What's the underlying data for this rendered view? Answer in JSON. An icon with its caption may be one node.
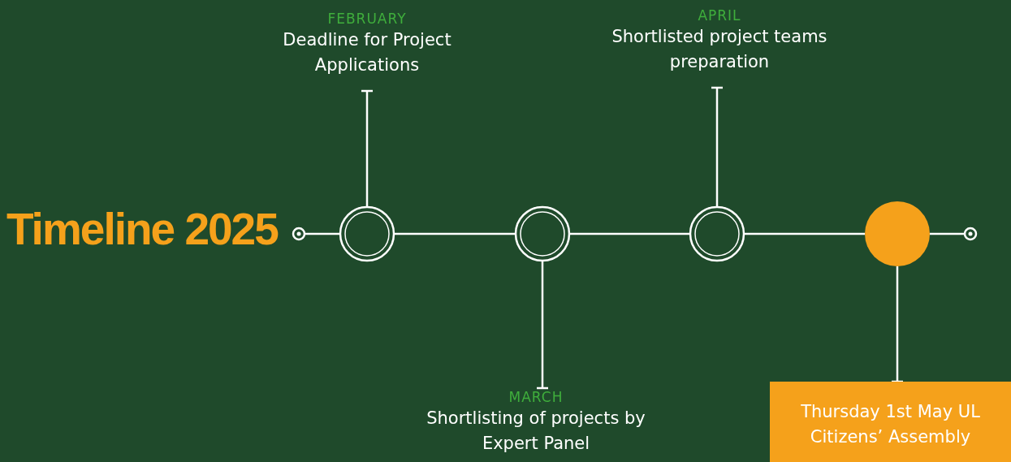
{
  "diagram": {
    "title": "Timeline 2025",
    "nodes": [
      {
        "text": [
          "FEBRUARY",
          "Deadline for Project Applications"
        ]
      },
      {
        "text": [
          "APRIL",
          "Shortlisted project teams preparation"
        ]
      },
      {
        "text": [],
        "shape": "circle"
      },
      {
        "text": [],
        "shape": "circle"
      },
      {
        "text": [],
        "shape": "circle"
      },
      {
        "text": [],
        "shape": "circle"
      },
      {
        "text": [],
        "shape": "circle"
      },
      {
        "text": [],
        "shape": "circle"
      },
      {
        "text": [
          "MARCH",
          "Shortlisting of projects by Expert Panel"
        ]
      },
      {
        "text": [
          "Thursday 1st May UL Citizens’ Assembly"
        ]
      }
    ],
    "edges": [
      {
        "from": 0,
        "to": 3,
        "arrow": "other"
      },
      {
        "from": 1,
        "to": 5,
        "arrow": "other"
      },
      {
        "from": 2,
        "to": 3,
        "arrow": "none"
      },
      {
        "from": 3,
        "to": 4,
        "arrow": "none"
      },
      {
        "from": 4,
        "to": 5,
        "arrow": "none"
      },
      {
        "from": 5,
        "to": 6,
        "arrow": "none"
      },
      {
        "from": 6,
        "to": 7,
        "arrow": "none"
      },
      {
        "from": 8,
        "to": 4,
        "arrow": "other"
      },
      {
        "from": 9,
        "to": 6,
        "arrow": "other"
      }
    ]
  }
}
